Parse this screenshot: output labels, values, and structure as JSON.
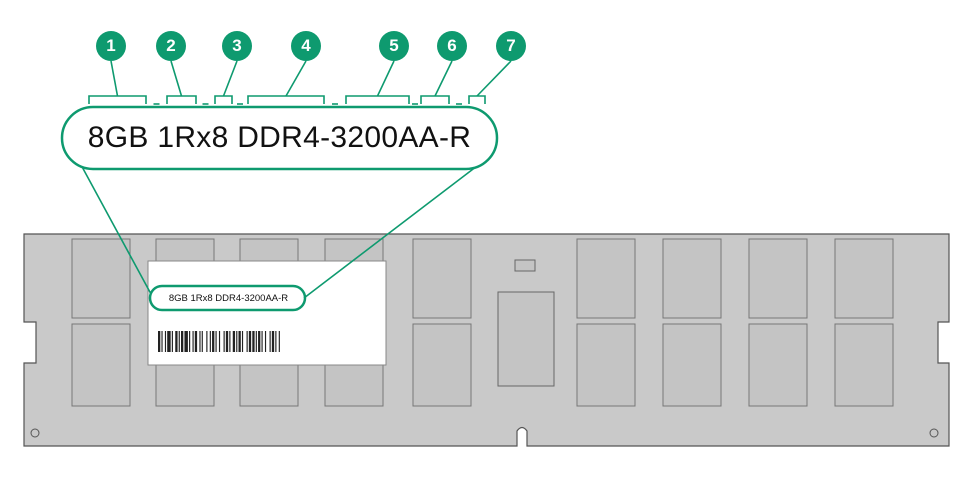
{
  "callouts": [
    {
      "number": "1"
    },
    {
      "number": "2"
    },
    {
      "number": "3"
    },
    {
      "number": "4"
    },
    {
      "number": "5"
    },
    {
      "number": "6"
    },
    {
      "number": "7"
    }
  ],
  "part_number_callout": "8GB 1Rx8 DDR4-3200AA-R",
  "module_label": {
    "part_number": "8GB 1Rx8 DDR4-3200AA-R"
  },
  "colors": {
    "accent": "#0e9a6f",
    "module_fill": "#c9c9c9",
    "outline": "#555555",
    "label_fill": "#ffffff"
  }
}
